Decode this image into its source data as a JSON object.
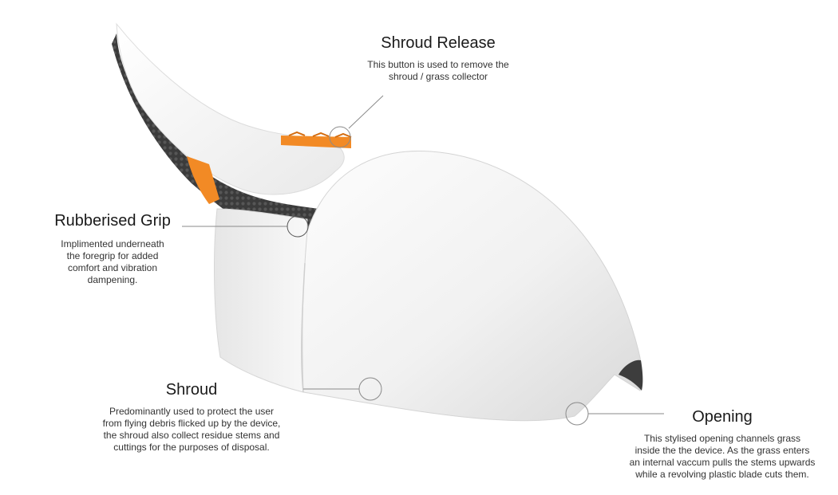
{
  "callouts": {
    "shroud_release": {
      "title": "Shroud Release",
      "body": "This button is used to remove the\nshroud / grass collector"
    },
    "rubberised_grip": {
      "title": "Rubberised Grip",
      "body": "Implimented underneath\nthe foregrip for added\ncomfort and vibration\ndampening."
    },
    "shroud": {
      "title": "Shroud",
      "body": "Predominantly used to protect the user\nfrom flying debris flicked up by the device,\nthe shroud also collect residue stems and\ncuttings for the purposes of disposal."
    },
    "opening": {
      "title": "Opening",
      "body": "This stylised opening channels grass\ninside the the device. As the grass enters\nan internal vaccum pulls the stems upwards\nwhile a revolving plastic blade cuts them."
    }
  },
  "colors": {
    "accent": "#f28a25",
    "shell": "#f4f4f4",
    "grip": "#3a3a3a",
    "leader": "#8a8a8a"
  }
}
